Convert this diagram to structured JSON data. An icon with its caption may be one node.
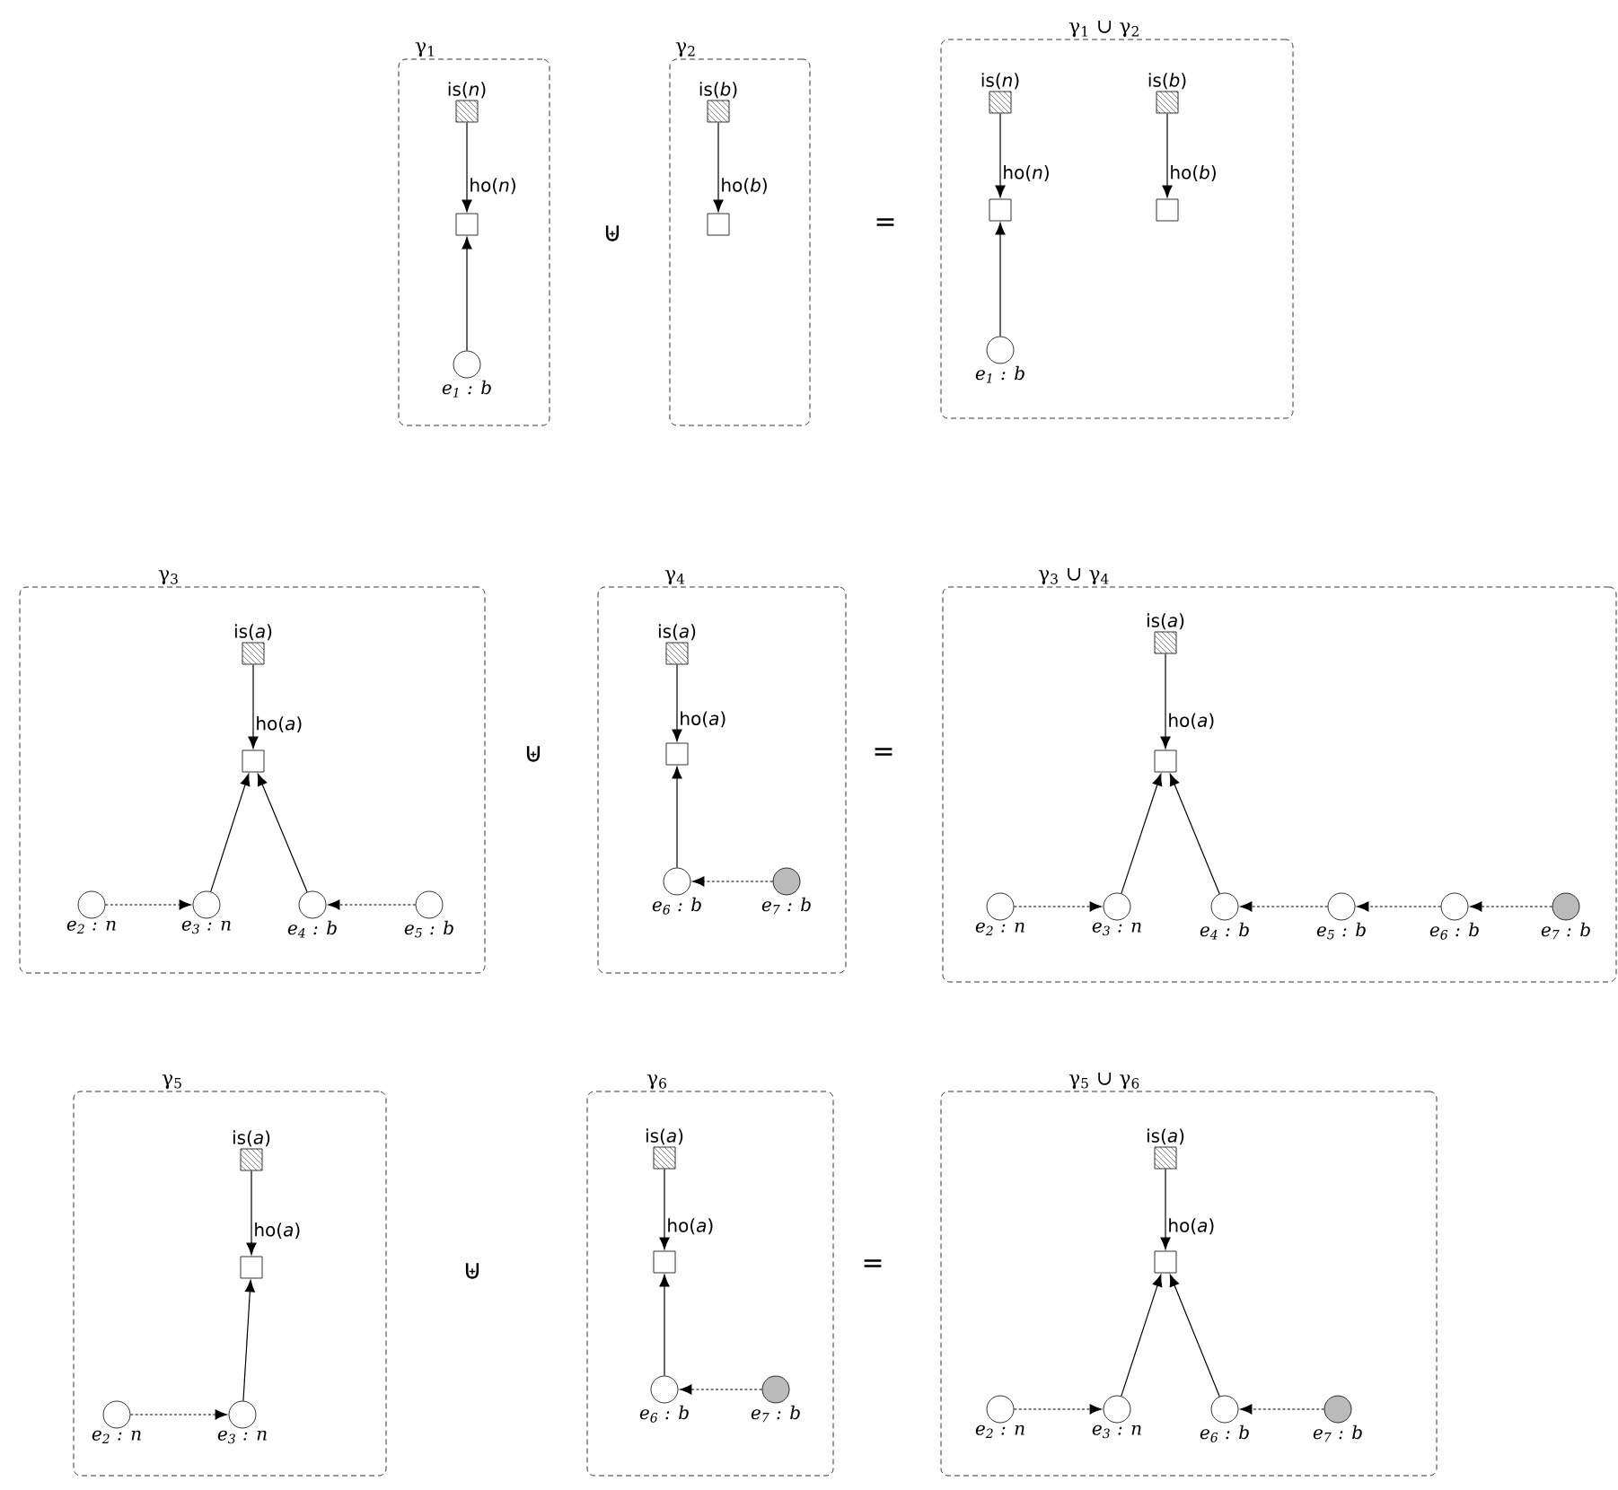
{
  "diagram": {
    "nodes": [
      {
        "text": [
          "γ$_{1}$"
        ]
      },
      {
        "text": [
          "is(*n*)"
        ],
        "in": 0
      },
      {
        "text": [],
        "shape": "box",
        "in": 0
      },
      {
        "text": [
          "e$_{1}$ : b"
        ],
        "in": 0
      },
      {
        "text": [
          "γ$_{2}$"
        ]
      },
      {
        "text": [
          "is(*b*)"
        ],
        "in": 4
      },
      {
        "text": [],
        "shape": "box",
        "in": 4
      },
      {
        "text": [
          "γ$_{1}$ ∪ γ$_{2}$"
        ]
      },
      {
        "text": [
          "is(*n*)"
        ],
        "in": 7
      },
      {
        "text": [],
        "shape": "box",
        "in": 7
      },
      {
        "text": [
          "e$_{1}$ : b"
        ],
        "in": 7
      },
      {
        "text": [
          "is(*b*)"
        ],
        "in": 7
      },
      {
        "text": [],
        "shape": "box",
        "in": 7
      },
      {
        "text": [
          "γ$_{3}$"
        ]
      },
      {
        "text": [
          "is(*a*)"
        ],
        "in": 13
      },
      {
        "text": [],
        "shape": "box",
        "in": 13
      },
      {
        "text": [
          "e$_{2}$ : n"
        ],
        "in": 13
      },
      {
        "text": [
          "e$_{3}$ : n"
        ],
        "in": 13
      },
      {
        "text": [
          "e$_{4}$ : b"
        ],
        "in": 13
      },
      {
        "text": [
          "e$_{5}$ : b"
        ],
        "in": 13
      },
      {
        "text": [
          "γ$_{4}$"
        ]
      },
      {
        "text": [
          "is(*a*)"
        ],
        "in": 20
      },
      {
        "text": [],
        "shape": "box",
        "in": 20
      },
      {
        "text": [
          "e$_{6}$ : b"
        ],
        "in": 20
      },
      {
        "text": [
          "e$_{7}$ : b"
        ],
        "in": 20
      },
      {
        "text": [
          "γ$_{3}$ ∪ γ$_{4}$"
        ]
      },
      {
        "text": [
          "is(*a*)"
        ],
        "in": 25
      },
      {
        "text": [],
        "shape": "box",
        "in": 25
      },
      {
        "text": [
          "e$_{2}$ : n"
        ],
        "in": 25
      },
      {
        "text": [
          "e$_{3}$ : n"
        ],
        "in": 25
      },
      {
        "text": [
          "e$_{4}$ : b"
        ],
        "in": 25
      },
      {
        "text": [
          "e$_{5}$ : b"
        ],
        "in": 25
      },
      {
        "text": [
          "e$_{6}$ : b"
        ],
        "in": 25
      },
      {
        "text": [
          "e$_{7}$ : b"
        ],
        "in": 25
      },
      {
        "text": [
          "γ$_{5}$"
        ]
      },
      {
        "text": [
          "is(*a*)"
        ],
        "in": 34
      },
      {
        "text": [],
        "shape": "box",
        "in": 34
      },
      {
        "text": [
          "e$_{2}$ : n"
        ],
        "in": 34
      },
      {
        "text": [
          "e$_{3}$ : n"
        ],
        "in": 34
      },
      {
        "text": [
          "γ$_{6}$"
        ]
      },
      {
        "text": [
          "is(*a*)"
        ],
        "in": 39
      },
      {
        "text": [],
        "shape": "box",
        "in": 39
      },
      {
        "text": [
          "e$_{6}$ : b"
        ],
        "in": 39
      },
      {
        "text": [
          "e$_{7}$ : b"
        ],
        "in": 39
      },
      {
        "text": [
          "γ$_{5}$ ∪ γ$_{6}$"
        ]
      },
      {
        "text": [
          "is(*a*)"
        ],
        "in": 44
      },
      {
        "text": [],
        "shape": "box",
        "in": 44
      },
      {
        "text": [
          "e$_{2}$ : n"
        ],
        "in": 44
      },
      {
        "text": [
          "e$_{3}$ : n"
        ],
        "in": 44
      },
      {
        "text": [
          "e$_{6}$ : b"
        ],
        "in": 44
      },
      {
        "text": [
          "e$_{7}$ : b"
        ],
        "in": 44
      }
    ],
    "edges": [
      {
        "from": 1,
        "to": 2,
        "arrow": "to",
        "label": "ho(*n*)"
      },
      {
        "from": 3,
        "to": 2,
        "arrow": "to"
      },
      {
        "from": 5,
        "to": 6,
        "arrow": "to",
        "label": "ho(*b*)"
      },
      {
        "from": 8,
        "to": 9,
        "arrow": "to",
        "label": "ho(*n*)"
      },
      {
        "from": 10,
        "to": 9,
        "arrow": "to"
      },
      {
        "from": 11,
        "to": 12,
        "arrow": "to",
        "label": "ho(*b*)"
      },
      {
        "from": 14,
        "to": 15,
        "arrow": "to",
        "label": "ho(*a*)"
      },
      {
        "from": 16,
        "to": 17,
        "arrow": "to",
        "style": "dashed"
      },
      {
        "from": 19,
        "to": 18,
        "arrow": "to",
        "style": "dashed"
      },
      {
        "from": 17,
        "to": 15,
        "arrow": "to"
      },
      {
        "from": 18,
        "to": 15,
        "arrow": "to"
      },
      {
        "from": 21,
        "to": 22,
        "arrow": "to",
        "label": "ho(*a*)"
      },
      {
        "from": 24,
        "to": 23,
        "arrow": "to",
        "style": "dashed"
      },
      {
        "from": 23,
        "to": 22,
        "arrow": "to"
      },
      {
        "from": 26,
        "to": 27,
        "arrow": "to",
        "label": "ho(*a*)"
      },
      {
        "from": 28,
        "to": 29,
        "arrow": "to",
        "style": "dashed"
      },
      {
        "from": 31,
        "to": 30,
        "arrow": "to",
        "style": "dashed"
      },
      {
        "from": 32,
        "to": 31,
        "arrow": "to",
        "style": "dashed"
      },
      {
        "from": 33,
        "to": 32,
        "arrow": "to",
        "style": "dashed"
      },
      {
        "from": 29,
        "to": 27,
        "arrow": "to"
      },
      {
        "from": 30,
        "to": 27,
        "arrow": "to"
      },
      {
        "from": 35,
        "to": 36,
        "arrow": "to",
        "label": "ho(*a*)"
      },
      {
        "from": 37,
        "to": 38,
        "arrow": "to",
        "style": "dashed"
      },
      {
        "from": 38,
        "to": 36,
        "arrow": "to"
      },
      {
        "from": 40,
        "to": 41,
        "arrow": "to",
        "label": "ho(*a*)"
      },
      {
        "from": 43,
        "to": 42,
        "arrow": "to",
        "style": "dashed"
      },
      {
        "from": 42,
        "to": 41,
        "arrow": "to"
      },
      {
        "from": 45,
        "to": 46,
        "arrow": "to",
        "label": "ho(*a*)"
      },
      {
        "from": 47,
        "to": 48,
        "arrow": "to",
        "style": "dashed"
      },
      {
        "from": 50,
        "to": 49,
        "arrow": "to",
        "style": "dashed"
      },
      {
        "from": 48,
        "to": 46,
        "arrow": "to"
      },
      {
        "from": 49,
        "to": 46,
        "arrow": "to"
      }
    ],
    "labels": [
      "⊎",
      "=",
      "⊎",
      "=",
      "⊎",
      "="
    ]
  }
}
